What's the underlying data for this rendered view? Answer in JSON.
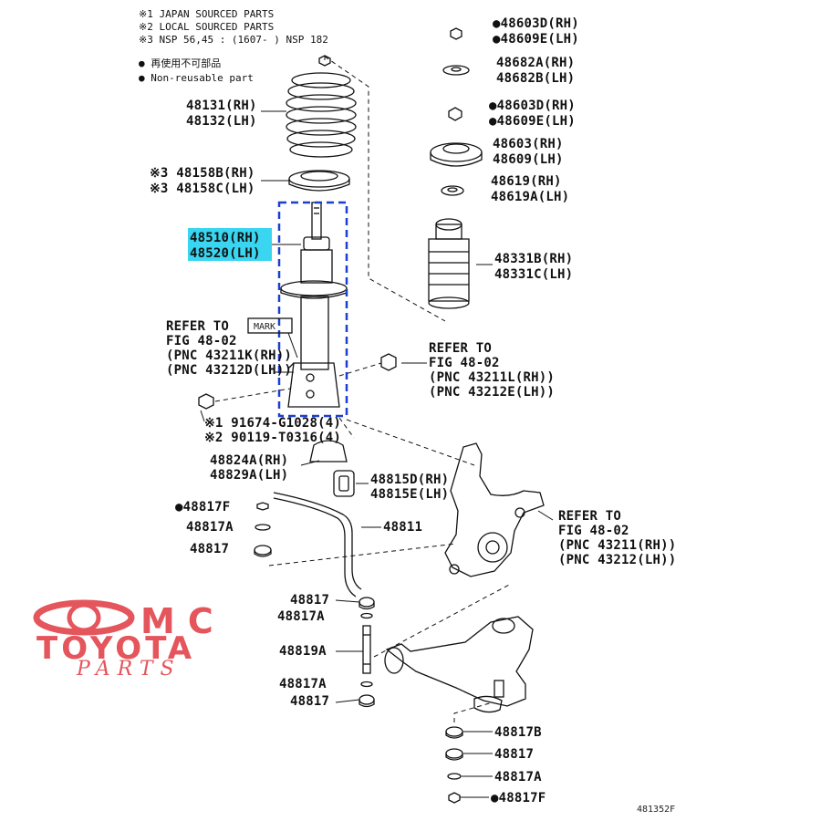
{
  "notes": {
    "line1": "※1 JAPAN SOURCED PARTS",
    "line2": "※2 LOCAL SOURCED PARTS",
    "line3": "※3 NSP 56,45 : (1607-    ) NSP 182",
    "line4": "● 再使用不可部品",
    "line5": "● Non-reusable part"
  },
  "labels": {
    "coil_spring": [
      "48131(RH)",
      "48132(LH)"
    ],
    "spring_seat": [
      "※3 48158B(RH)",
      "※3 48158C(LH)"
    ],
    "strut": [
      "48510(RH)",
      "48520(LH)"
    ],
    "refer_left": [
      "REFER TO",
      "FIG 48-02",
      "(PNC 43211K(RH))",
      "(PNC 43212D(LH))"
    ],
    "mark": "MARK",
    "bolt1": "※1 91674-G1028(4)",
    "bolt2": "※2 90119-T0316(4)",
    "bracket": [
      "48824A(RH)",
      "48829A(LH)"
    ],
    "bushing": [
      "48815D(RH)",
      "48815E(LH)"
    ],
    "nut_left": "●48817F",
    "washer_left": "48817A",
    "cushion_left": "48817",
    "stabilizer_bar": "48811",
    "link_upper1": "48817",
    "link_upper2": "48817A",
    "link_rod": "48819A",
    "link_lower1": "48817A",
    "link_lower2": "48817",
    "nut_top": [
      "●48603D(RH)",
      "●48609E(LH)"
    ],
    "washer_top": [
      "48682A(RH)",
      "48682B(LH)"
    ],
    "nut_top2": [
      "●48603D(RH)",
      "●48609E(LH)"
    ],
    "support": [
      "48603(RH)",
      "48609(LH)"
    ],
    "bearing": [
      "48619(RH)",
      "48619A(LH)"
    ],
    "bound_stopper": [
      "48331B(RH)",
      "48331C(LH)"
    ],
    "refer_mid": [
      "REFER TO",
      "FIG 48-02",
      "(PNC 43211L(RH))",
      "(PNC 43212E(LH))"
    ],
    "refer_right": [
      "REFER TO",
      "FIG 48-02",
      "(PNC 43211(RH))",
      "(PNC 43212(LH))"
    ],
    "bottom_b": "48817B",
    "bottom_c": "48817",
    "bottom_a": "48817A",
    "bottom_f": "●48817F",
    "figure_id": "481352F"
  },
  "logo": {
    "top": "MC",
    "brand": "TOYOTA",
    "sub": "PARTS",
    "color": "#e4555c"
  },
  "highlight": {
    "color": "#3ad5f0",
    "selection_color": "#1b3fd1"
  }
}
